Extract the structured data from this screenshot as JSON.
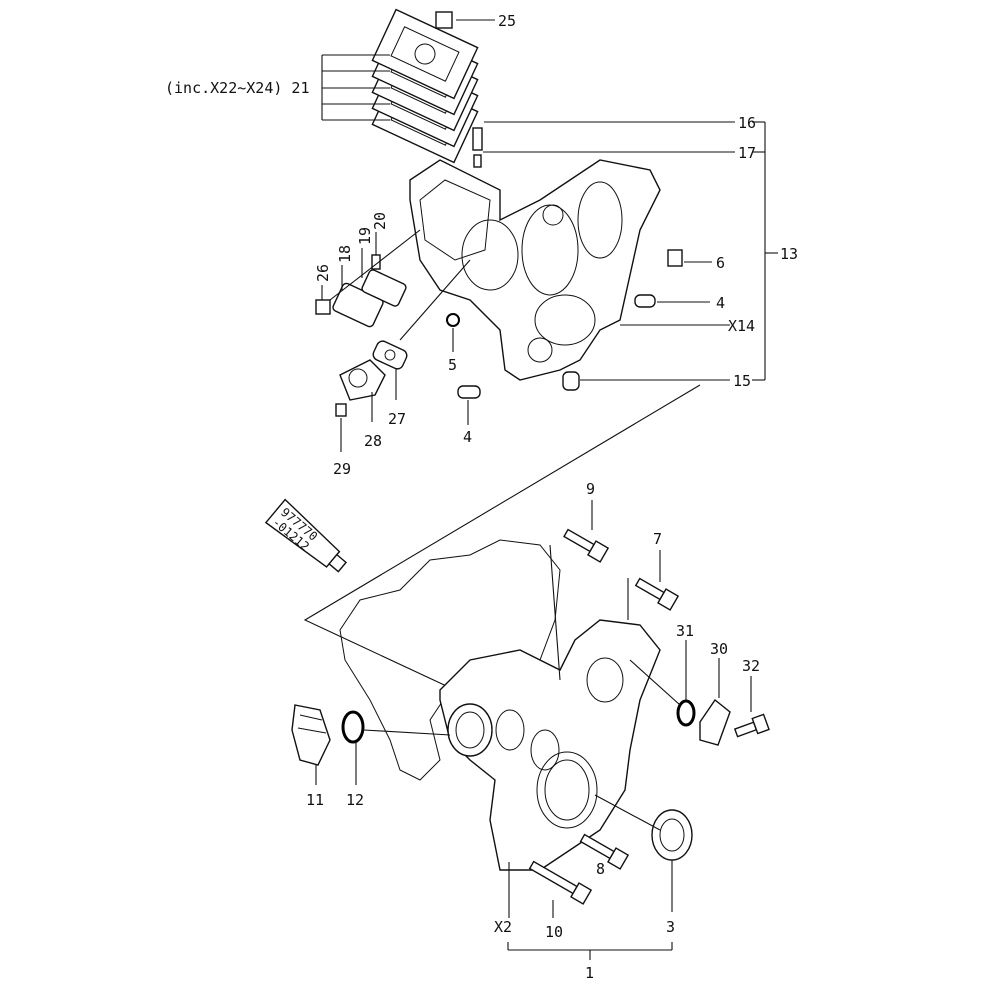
{
  "diagram": {
    "labels": {
      "p25": "25",
      "p21": "(inc.X22~X24) 21",
      "p16": "16",
      "p17": "17",
      "p13": "13",
      "p20": "20",
      "p19": "19",
      "p18": "18",
      "p26": "26",
      "p6": "6",
      "p4a": "4",
      "pX14": "X14",
      "p5": "5",
      "p15": "15",
      "p27": "27",
      "p28": "28",
      "p29": "29",
      "p4b": "4",
      "p9": "9",
      "p7": "7",
      "p31": "31",
      "p30": "30",
      "p32": "32",
      "p11": "11",
      "p12": "12",
      "p8": "8",
      "p10": "10",
      "pX2": "X2",
      "p3": "3",
      "p1": "1"
    },
    "sealant_tube_text": [
      "977770",
      "-01212"
    ]
  }
}
